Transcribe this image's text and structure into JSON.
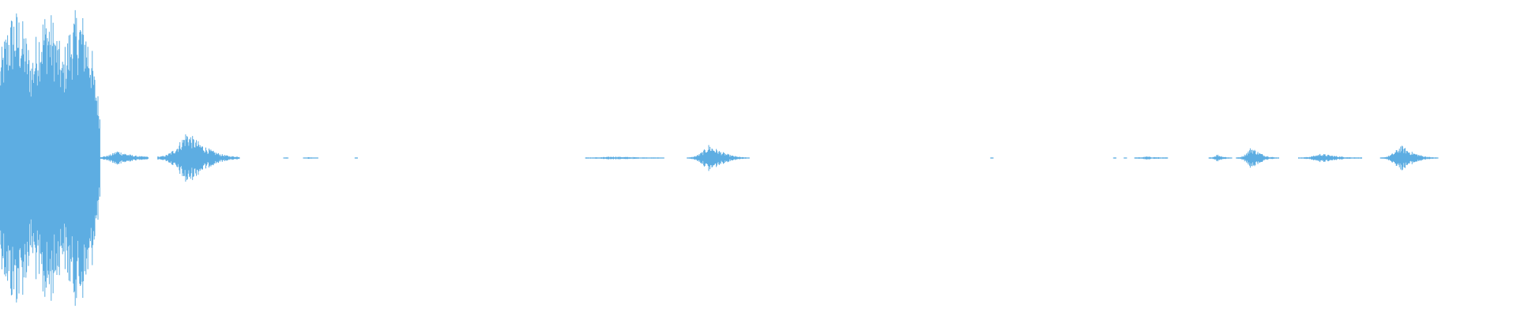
{
  "waveform": {
    "color": "#5dade2",
    "background": "#ffffff",
    "segments": [
      {
        "name": "burst-1",
        "start": 0.0,
        "end": 0.066,
        "peak": 0.95,
        "floor": 0.28
      },
      {
        "name": "tail-1",
        "start": 0.066,
        "end": 0.098,
        "peak": 0.05,
        "floor": 0.01
      },
      {
        "name": "blip-1",
        "start": 0.104,
        "end": 0.158,
        "peak": 0.18,
        "floor": 0.01
      },
      {
        "name": "dot-1",
        "start": 0.187,
        "end": 0.19,
        "peak": 0.006,
        "floor": 0.003
      },
      {
        "name": "dot-2",
        "start": 0.2,
        "end": 0.21,
        "peak": 0.006,
        "floor": 0.003
      },
      {
        "name": "dot-3",
        "start": 0.234,
        "end": 0.236,
        "peak": 0.005,
        "floor": 0.002
      },
      {
        "name": "line-1",
        "start": 0.386,
        "end": 0.438,
        "peak": 0.01,
        "floor": 0.004
      },
      {
        "name": "blip-2",
        "start": 0.453,
        "end": 0.494,
        "peak": 0.09,
        "floor": 0.004
      },
      {
        "name": "dot-4",
        "start": 0.653,
        "end": 0.655,
        "peak": 0.005,
        "floor": 0.002
      },
      {
        "name": "dot-5",
        "start": 0.734,
        "end": 0.736,
        "peak": 0.005,
        "floor": 0.002
      },
      {
        "name": "dot-6",
        "start": 0.741,
        "end": 0.743,
        "peak": 0.005,
        "floor": 0.002
      },
      {
        "name": "line-2",
        "start": 0.748,
        "end": 0.77,
        "peak": 0.01,
        "floor": 0.004
      },
      {
        "name": "blip-3",
        "start": 0.797,
        "end": 0.812,
        "peak": 0.025,
        "floor": 0.004
      },
      {
        "name": "blip-4",
        "start": 0.815,
        "end": 0.843,
        "peak": 0.075,
        "floor": 0.004
      },
      {
        "name": "blip-5",
        "start": 0.856,
        "end": 0.898,
        "peak": 0.03,
        "floor": 0.004
      },
      {
        "name": "blip-6",
        "start": 0.91,
        "end": 0.948,
        "peak": 0.085,
        "floor": 0.004
      }
    ]
  }
}
